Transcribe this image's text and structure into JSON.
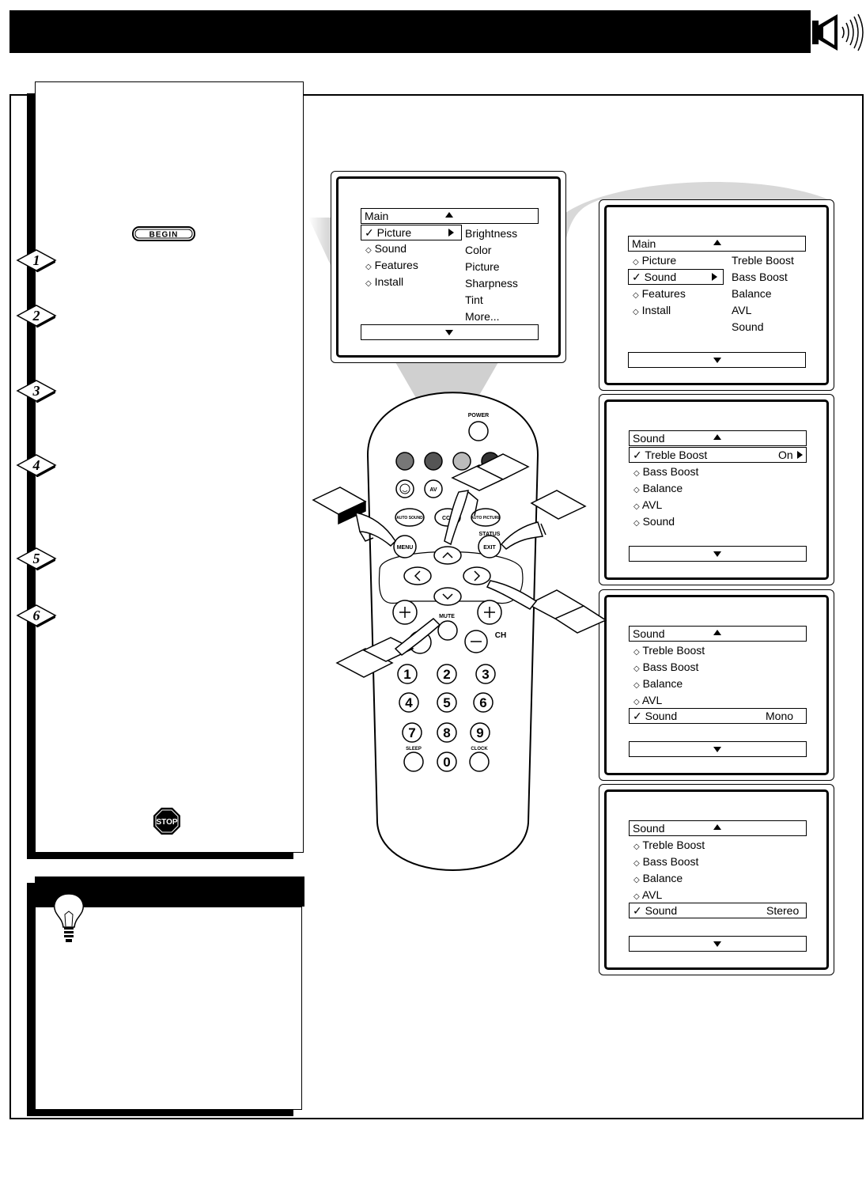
{
  "instructions": {
    "begin_label": "BEGIN",
    "stop_label": "STOP",
    "steps": [
      "1",
      "2",
      "3",
      "4",
      "5",
      "6"
    ]
  },
  "remote": {
    "buttons": {
      "power": "POWER",
      "av": "AV",
      "auto_sound": "AUTO SOUND",
      "cc": "CC",
      "auto_picture": "AUTO PICTURE",
      "status": "STATUS",
      "menu": "MENU",
      "exit": "EXIT",
      "mute": "MUTE",
      "ch": "CH",
      "sleep": "SLEEP",
      "clock": "CLOCK",
      "digits": [
        "1",
        "2",
        "3",
        "4",
        "5",
        "6",
        "7",
        "8",
        "9",
        "0"
      ]
    }
  },
  "screens": {
    "main_picture": {
      "header": "Main",
      "items": [
        "Picture",
        "Sound",
        "Features",
        "Install"
      ],
      "marks": [
        "✓",
        "◇",
        "◇",
        "◇"
      ],
      "sub_items": [
        "Brightness",
        "Color",
        "Picture",
        "Sharpness",
        "Tint",
        "More..."
      ]
    },
    "main_sound": {
      "header": "Main",
      "items": [
        "Picture",
        "Sound",
        "Features",
        "Install"
      ],
      "marks": [
        "◇",
        "✓",
        "◇",
        "◇"
      ],
      "sub_items": [
        "Treble Boost",
        "Bass Boost",
        "Balance",
        "AVL",
        "Sound"
      ]
    },
    "sound_treble": {
      "header": "Sound",
      "items": [
        "Treble Boost",
        "Bass Boost",
        "Balance",
        "AVL",
        "Sound"
      ],
      "marks": [
        "✓",
        "◇",
        "◇",
        "◇",
        "◇"
      ],
      "value": "On"
    },
    "sound_mono": {
      "header": "Sound",
      "items": [
        "Treble Boost",
        "Bass Boost",
        "Balance",
        "AVL",
        "Sound"
      ],
      "marks": [
        "◇",
        "◇",
        "◇",
        "◇",
        "✓"
      ],
      "value": "Mono"
    },
    "sound_stereo": {
      "header": "Sound",
      "items": [
        "Treble Boost",
        "Bass Boost",
        "Balance",
        "AVL",
        "Sound"
      ],
      "marks": [
        "◇",
        "◇",
        "◇",
        "◇",
        "✓"
      ],
      "value": "Stereo"
    }
  }
}
